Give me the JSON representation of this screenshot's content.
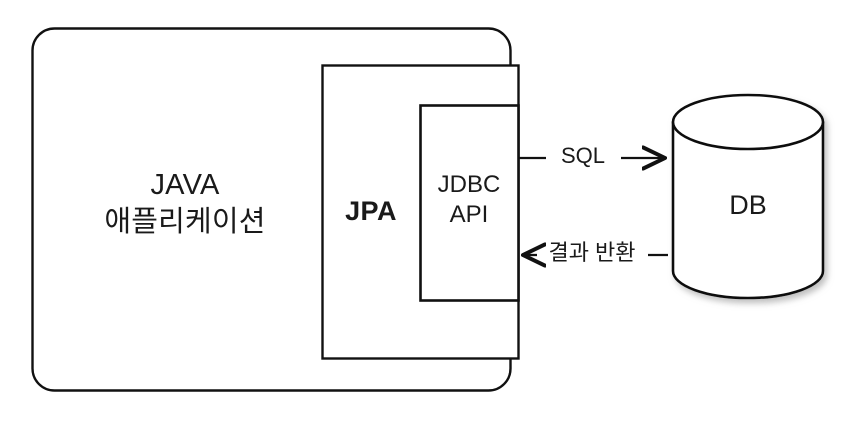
{
  "diagram": {
    "title": "JPA / JDBC / DB architecture diagram",
    "background_color": "#ffffff",
    "stroke_color": "#111111",
    "text_color": "#1a1a1a",
    "nodes": {
      "java_application": {
        "label_line1": "JAVA",
        "label_line2": "애플리케이션",
        "shape": "rounded-rectangle"
      },
      "jpa": {
        "label": "JPA",
        "shape": "rectangle",
        "bold": true
      },
      "jdbc_api": {
        "label_line1": "JDBC",
        "label_line2": "API",
        "shape": "rectangle"
      },
      "database": {
        "label": "DB",
        "shape": "cylinder"
      }
    },
    "connections": [
      {
        "name": "sql-flow",
        "label": "SQL",
        "from": "jdbc_api",
        "to": "database",
        "direction": "right"
      },
      {
        "name": "result-flow",
        "label": "결과 반환",
        "from": "database",
        "to": "jdbc_api",
        "direction": "left"
      }
    ]
  }
}
